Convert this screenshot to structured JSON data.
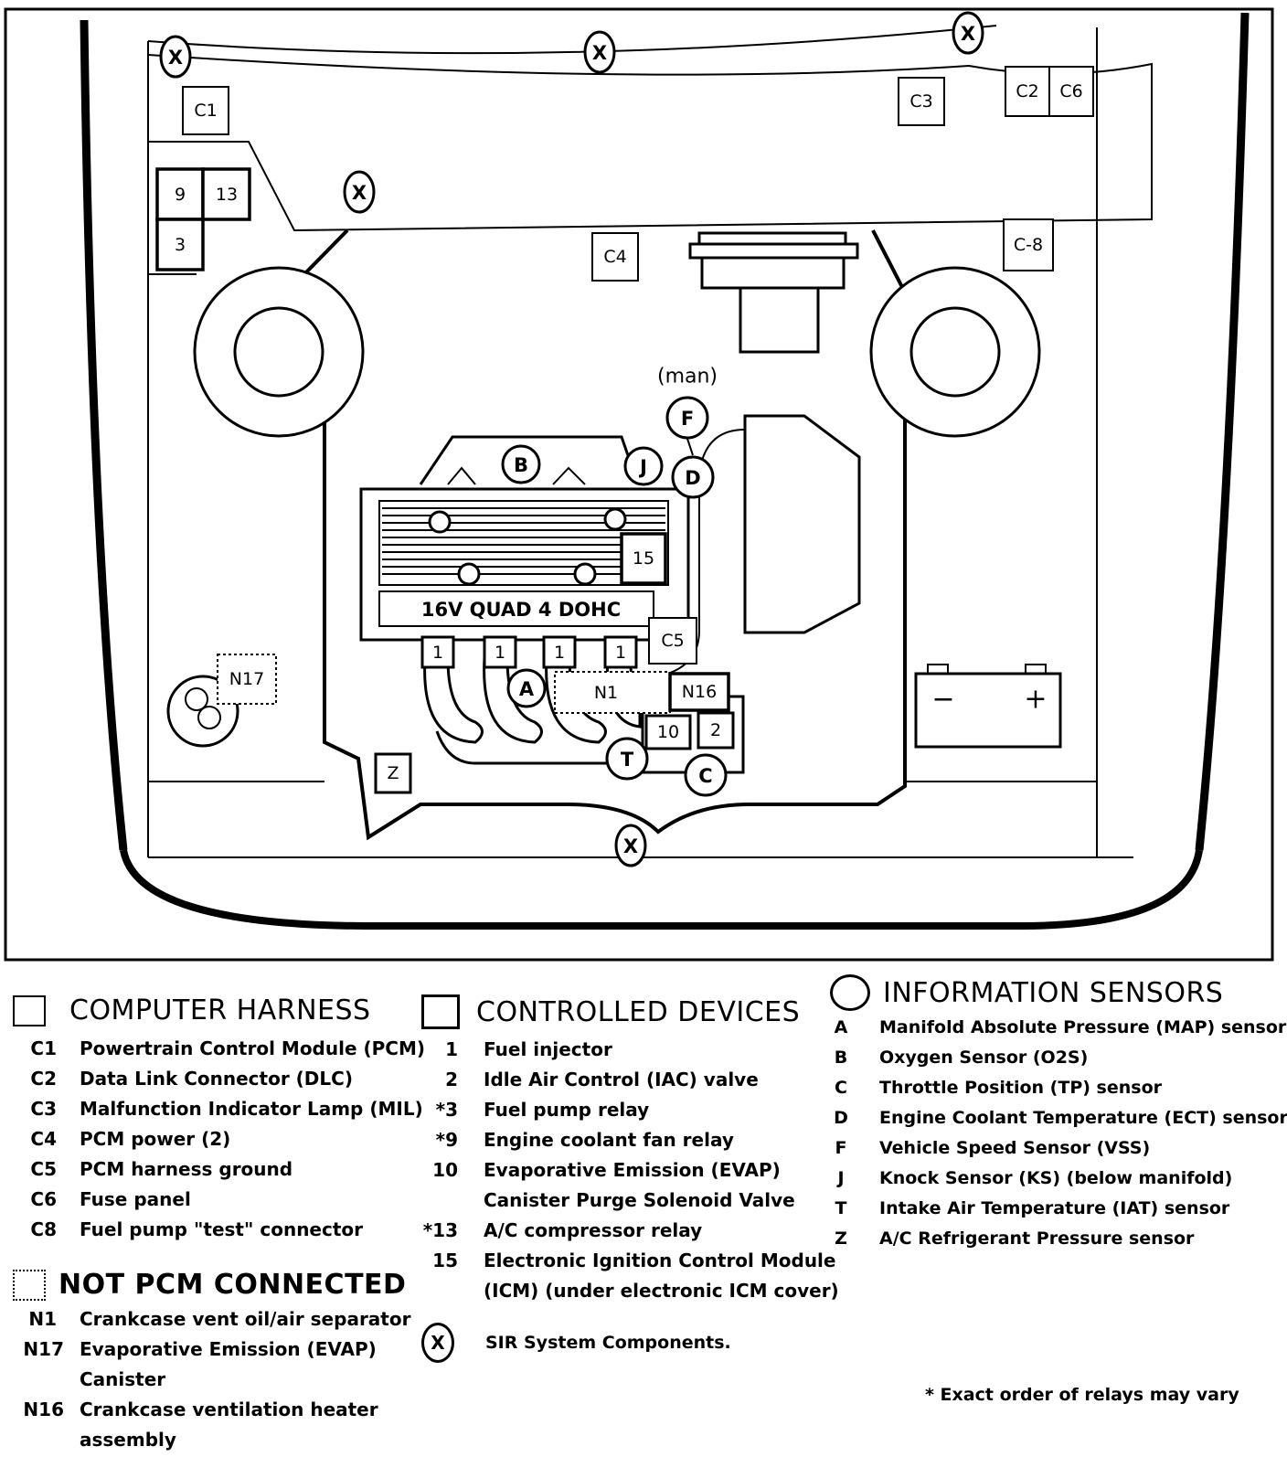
{
  "diagram": {
    "engine_label": "16V QUAD 4 DOHC",
    "man_label": "(man)",
    "sir_marker": "X",
    "harness_boxes": {
      "c1": "C1",
      "c2": "C2",
      "c6": "C6",
      "c3": "C3",
      "c4": "C4",
      "c8": "C-8",
      "c5": "C5"
    },
    "relay_boxes": {
      "r9": "9",
      "r13": "13",
      "r3": "3",
      "r15": "15",
      "r10": "10",
      "r2": "2",
      "r1": "1"
    },
    "sensor_circles": {
      "a": "A",
      "b": "B",
      "c": "C",
      "d": "D",
      "f": "F",
      "j": "J",
      "t": "T"
    },
    "not_pcm": {
      "n1": "N1",
      "n16": "N16",
      "n17": "N17"
    },
    "z_box": "Z",
    "battery": {
      "minus": "−",
      "plus": "+"
    }
  },
  "legend": {
    "computer_harness": {
      "title": "COMPUTER HARNESS",
      "items": [
        {
          "code": "C1",
          "text": "Powertrain Control Module (PCM)"
        },
        {
          "code": "C2",
          "text": "Data Link Connector (DLC)"
        },
        {
          "code": "C3",
          "text": "Malfunction Indicator Lamp (MIL)"
        },
        {
          "code": "C4",
          "text": "PCM power (2)"
        },
        {
          "code": "C5",
          "text": "PCM harness ground"
        },
        {
          "code": "C6",
          "text": "Fuse panel"
        },
        {
          "code": "C8",
          "text": "Fuel pump \"test\" connector"
        }
      ]
    },
    "not_pcm_connected": {
      "title": "NOT PCM CONNECTED",
      "items": [
        {
          "code": "N1",
          "text": "Crankcase vent oil/air separator"
        },
        {
          "code": "N17",
          "text": "Evaporative Emission (EVAP)"
        },
        {
          "code": "",
          "text": "Canister"
        },
        {
          "code": "N16",
          "text": "Crankcase ventilation heater"
        },
        {
          "code": "",
          "text": "assembly"
        }
      ]
    },
    "controlled_devices": {
      "title": "CONTROLLED DEVICES",
      "items": [
        {
          "code": "1",
          "text": "Fuel injector"
        },
        {
          "code": "2",
          "text": "Idle Air Control (IAC) valve"
        },
        {
          "code": "*3",
          "text": "Fuel pump relay"
        },
        {
          "code": "*9",
          "text": "Engine coolant fan relay"
        },
        {
          "code": "10",
          "text": "Evaporative Emission (EVAP)"
        },
        {
          "code": "",
          "text": "Canister Purge Solenoid Valve"
        },
        {
          "code": "*13",
          "text": "A/C compressor relay"
        },
        {
          "code": "15",
          "text": "Electronic Ignition Control Module"
        },
        {
          "code": "",
          "text": "(ICM) (under  electronic ICM cover)"
        }
      ]
    },
    "sir": {
      "symbol": "X",
      "text": "SIR System Components."
    },
    "information_sensors": {
      "title": "INFORMATION SENSORS",
      "items": [
        {
          "code": "A",
          "text": "Manifold Absolute Pressure (MAP) sensor"
        },
        {
          "code": "B",
          "text": "Oxygen Sensor (O2S)"
        },
        {
          "code": "C",
          "text": "Throttle Position (TP) sensor"
        },
        {
          "code": "D",
          "text": "Engine Coolant Temperature (ECT) sensor"
        },
        {
          "code": "F",
          "text": "Vehicle Speed Sensor (VSS)"
        },
        {
          "code": "J",
          "text": "Knock Sensor (KS) (below manifold)"
        },
        {
          "code": "T",
          "text": "Intake Air Temperature (IAT) sensor"
        },
        {
          "code": "Z",
          "text": "A/C Refrigerant Pressure sensor"
        }
      ]
    },
    "footnote": "* Exact order of relays may vary"
  }
}
